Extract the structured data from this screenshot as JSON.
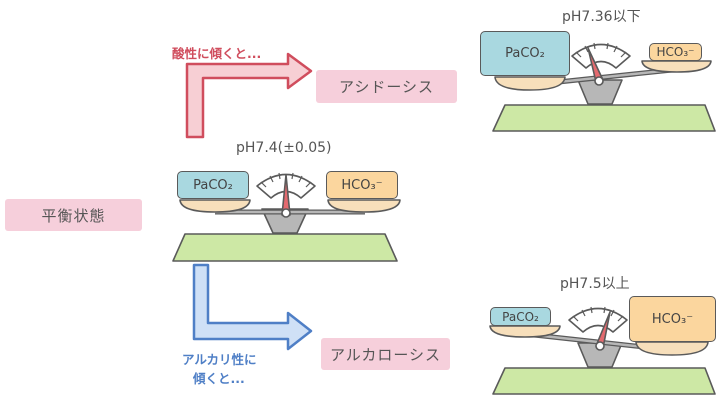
{
  "colors": {
    "pill": "#f6cfdb",
    "acid_arrow": "#f7cfd4",
    "acid_text": "#d04d5d",
    "alk_arrow": "#cfe0f6",
    "alk_text": "#4f7fc6",
    "base": "#cde8a5",
    "pan": "#f7dfbb",
    "needle": "#e46a6f",
    "pivot": "#b7b7b7",
    "pco2_box": "#a9d8e0",
    "hco3_box": "#fbd69e"
  },
  "icons": [
    "balance-scale-icon",
    "arrow-right-icon"
  ],
  "labels": {
    "equilibrium": "平衡状態",
    "acidosis": "アシドーシス",
    "alkalosis": "アルカローシス",
    "acid_caption": "酸性に傾くと...",
    "alk_caption_line1": "アルカリ性に",
    "alk_caption_line2": "傾くと..."
  },
  "scales": {
    "center": {
      "ph": "pH7.4(±0.05)",
      "pco2": "PaCO₂",
      "hco3": "HCO₃⁻"
    },
    "acid": {
      "ph": "pH7.36以下",
      "pco2": "PaCO₂",
      "hco3": "HCO₃⁻"
    },
    "alk": {
      "ph": "pH7.5以上",
      "pco2": "PaCO₂",
      "hco3": "HCO₃⁻"
    }
  }
}
